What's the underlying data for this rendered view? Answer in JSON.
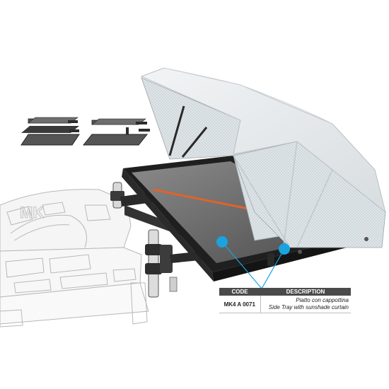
{
  "spec_table": {
    "headers": {
      "code": "CODE",
      "description": "DESCRIPTION"
    },
    "rows": [
      {
        "code": "MK4 A 0071",
        "description_it": "Piatto con cappottina",
        "description_en": "Side Tray with  sunshade curtain"
      }
    ]
  },
  "colors": {
    "tray_frame": "#2c2c2c",
    "tray_surface": "#6b6b6b",
    "curtain": "#e4e8ea",
    "mesh": "#c9d3d8",
    "callout": "#1aa3e0",
    "accent_stripe": "#e0632a",
    "header_bg": "#4a4a4a"
  },
  "icons": {
    "callout_marker": "callout-dot-icon"
  }
}
